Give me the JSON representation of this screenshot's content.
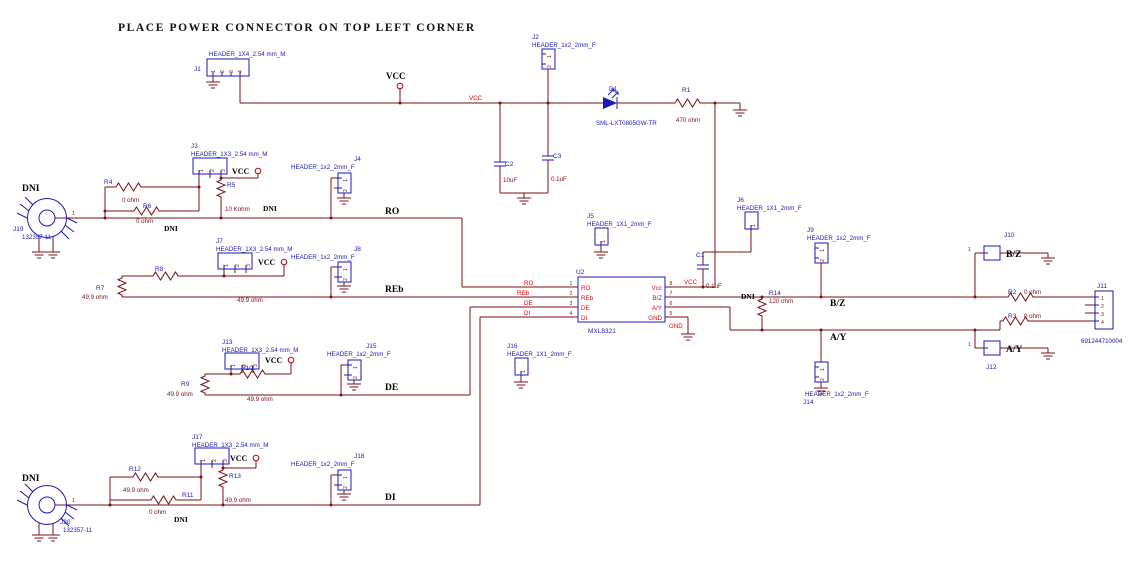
{
  "title": "PLACE POWER CONNECTOR ON TOP LEFT CORNER",
  "power": {
    "vcc": "VCC",
    "gnd": "GND"
  },
  "nets": {
    "ro": "RO",
    "reb": "REb",
    "de": "DE",
    "di": "DI",
    "bz": "B/Z",
    "ay": "A/Y",
    "dni": "DNI"
  },
  "pins": {
    "p1": "1",
    "p2": "2",
    "p3": "3",
    "p4": "4",
    "p5": "5",
    "p6": "6",
    "p7": "7",
    "p8": "8"
  },
  "components": {
    "j1": {
      "ref": "J1",
      "part": "HEADER_1X4_2.54 mm_M"
    },
    "j2": {
      "ref": "J2",
      "part": "HEADER_1x2_2mm_F"
    },
    "j3": {
      "ref": "J3",
      "part": "HEADER_1X3_2.54 mm_M"
    },
    "j4": {
      "ref": "J4",
      "part": "HEADER_1x2_2mm_F"
    },
    "j5": {
      "ref": "J5",
      "part": "HEADER_1X1_2mm_F"
    },
    "j6": {
      "ref": "J6",
      "part": "HEADER_1X1_2mm_F"
    },
    "j7": {
      "ref": "J7",
      "part": "HEADER_1X3_2.54 mm_M"
    },
    "j8": {
      "ref": "J8",
      "part": "HEADER_1x2_2mm_F"
    },
    "j9": {
      "ref": "J9",
      "part": "HEADER_1x2_2mm_F"
    },
    "j10": {
      "ref": "J10"
    },
    "j11": {
      "ref": "J11",
      "part": "691244710004"
    },
    "j12": {
      "ref": "J12"
    },
    "j13": {
      "ref": "J13",
      "part": "HEADER_1X3_2.54 mm_M"
    },
    "j14": {
      "ref": "J14",
      "part": "HEADER_1x2_2mm_F"
    },
    "j15": {
      "ref": "J15",
      "part": "HEADER_1x2_2mm_F"
    },
    "j16": {
      "ref": "J16",
      "part": "HEADER_1X1_2mm_F"
    },
    "j17": {
      "ref": "J17",
      "part": "HEADER_1X3_2.54 mm_M"
    },
    "j18": {
      "ref": "J18",
      "part": "HEADER_1x2_2mm_F"
    },
    "j19": {
      "ref": "J19",
      "part": "132357-11"
    },
    "j20": {
      "ref": "J20",
      "part": "132357-11"
    },
    "r1": {
      "ref": "R1",
      "value": "470 ohm"
    },
    "r2": {
      "ref": "R2",
      "value": "0 ohm"
    },
    "r3": {
      "ref": "R3",
      "value": "0 ohm"
    },
    "r4": {
      "ref": "R4",
      "value": "0 ohm"
    },
    "r5": {
      "ref": "R5",
      "value": "10 Kohm"
    },
    "r6": {
      "ref": "R6",
      "value": "0 ohm"
    },
    "r7": {
      "ref": "R7",
      "value": "49.9 ohm"
    },
    "r8": {
      "ref": "R8",
      "value": "49.9 ohm"
    },
    "r9": {
      "ref": "R9",
      "value": "49.9 ohm"
    },
    "r10": {
      "ref": "R10",
      "value": "49.9 ohm"
    },
    "r11": {
      "ref": "R11",
      "value": "0 ohm"
    },
    "r12": {
      "ref": "R12",
      "value": "49.9 ohm"
    },
    "r13": {
      "ref": "R13",
      "value": "49.9 ohm"
    },
    "r14": {
      "ref": "R14",
      "value": "120 ohm"
    },
    "c1": {
      "ref": "C1",
      "value": "0.1uF"
    },
    "c2": {
      "ref": "C2",
      "value": "10uF"
    },
    "c3": {
      "ref": "C3",
      "value": "0.1uF"
    },
    "d1": {
      "ref": "D1",
      "part": "SML-LXT0805GW-TR"
    },
    "u2": {
      "ref": "U2",
      "part": "MXL8321",
      "pins_left": [
        "RO",
        "REb",
        "DE",
        "DI"
      ],
      "pins_right": [
        "Vcc",
        "B/Z",
        "A/Y",
        "GND"
      ]
    }
  },
  "colors": {
    "wire": "#7b1113",
    "component": "#1a1ab8",
    "net": "#ee0000",
    "background": "#ffffff"
  }
}
